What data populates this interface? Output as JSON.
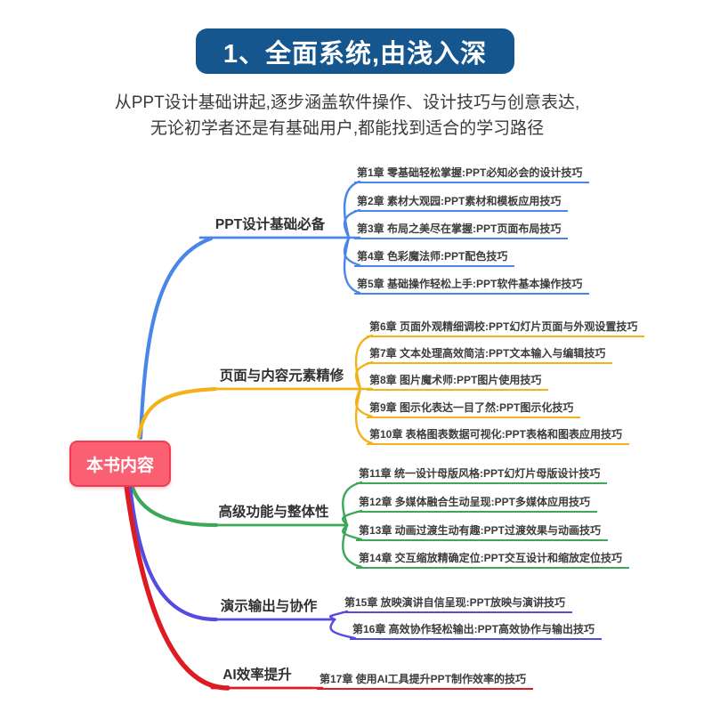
{
  "header": {
    "title": "1、全面系统,由浅入深"
  },
  "subtitle": {
    "line1": "从PPT设计基础讲起,逐步涵盖软件操作、设计技巧与创意表达,",
    "line2": "无论初学者还是有基础用户,都能找到适合的学习路径"
  },
  "mindmap": {
    "root": {
      "label": "本书内容",
      "fill": "#FA5F72",
      "border": "#F03C52"
    },
    "branches": [
      {
        "label": "PPT设计基础必备",
        "color": "#4A86E8",
        "items": [
          "第1章 零基础轻松掌握:PPT必知必会的设计技巧",
          "第2章 素材大观园:PPT素材和模板应用技巧",
          "第3章 布局之美尽在掌握:PPT页面布局技巧",
          "第4章 色彩魔法师:PPT配色技巧",
          "第5章 基础操作轻松上手:PPT软件基本操作技巧"
        ]
      },
      {
        "label": "页面与内容元素精修",
        "color": "#F2B218",
        "items": [
          "第6章 页面外观精细调校:PPT幻灯片页面与外观设置技巧",
          "第7章 文本处理高效简洁:PPT文本输入与编辑技巧",
          "第8章 图片魔术师:PPT图片使用技巧",
          "第9章 图示化表达一目了然:PPT图示化技巧",
          "第10章 表格图表数据可视化:PPT表格和图表应用技巧"
        ]
      },
      {
        "label": "高级功能与整体性",
        "color": "#3AA857",
        "items": [
          "第11章 统一设计母版风格:PPT幻灯片母版设计技巧",
          "第12章 多媒体融合生动呈现:PPT多媒体应用技巧",
          "第13章 动画过渡生动有趣:PPT过渡效果与动画技巧",
          "第14章 交互缩放精确定位:PPT交互设计和缩放定位技巧"
        ]
      },
      {
        "label": "演示输出与协作",
        "color": "#554BE0",
        "items": [
          "第15章 放映演讲自信呈现:PPT放映与演讲技巧",
          "第16章 高效协作轻松输出:PPT高效协作与输出技巧"
        ]
      },
      {
        "label": "AI效率提升",
        "color": "#DE1B21",
        "items": [
          "第17章 使用AI工具提升PPT制作效率的技巧"
        ]
      }
    ]
  },
  "colors": {
    "banner_bg": "#16568E",
    "banner_text": "#FFFFFF",
    "subtitle_text": "#3A3A3A",
    "item_text": "#3C3C3C"
  }
}
